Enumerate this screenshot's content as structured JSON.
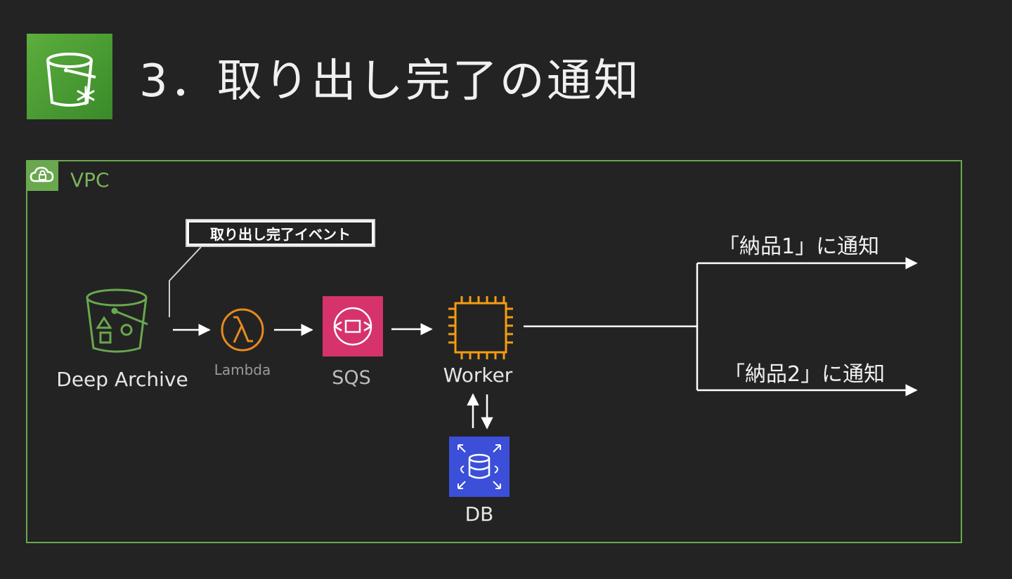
{
  "slide": {
    "title": "3．取り出し完了の通知",
    "icon": "s3-glacier-deep-archive-icon"
  },
  "vpc": {
    "label": "VPC",
    "icon": "cloud-lock-icon",
    "border_color": "#6aa84f"
  },
  "callout": {
    "text": "取り出し完了イベント"
  },
  "nodes": {
    "deep_archive": {
      "label": "Deep Archive",
      "icon": "s3-bucket-icon",
      "color": "#6aa84f"
    },
    "lambda": {
      "label": "Lambda",
      "icon": "lambda-icon",
      "color": "#e8891f"
    },
    "sqs": {
      "label": "SQS",
      "icon": "sqs-icon",
      "color": "#d6336c"
    },
    "worker": {
      "label": "Worker",
      "icon": "ec2-chip-icon",
      "color": "#f39c12"
    },
    "db": {
      "label": "DB",
      "icon": "rds-database-icon",
      "color": "#3b4fd8"
    }
  },
  "notifications": [
    {
      "label": "「納品1」に通知"
    },
    {
      "label": "「納品2」に通知"
    }
  ]
}
